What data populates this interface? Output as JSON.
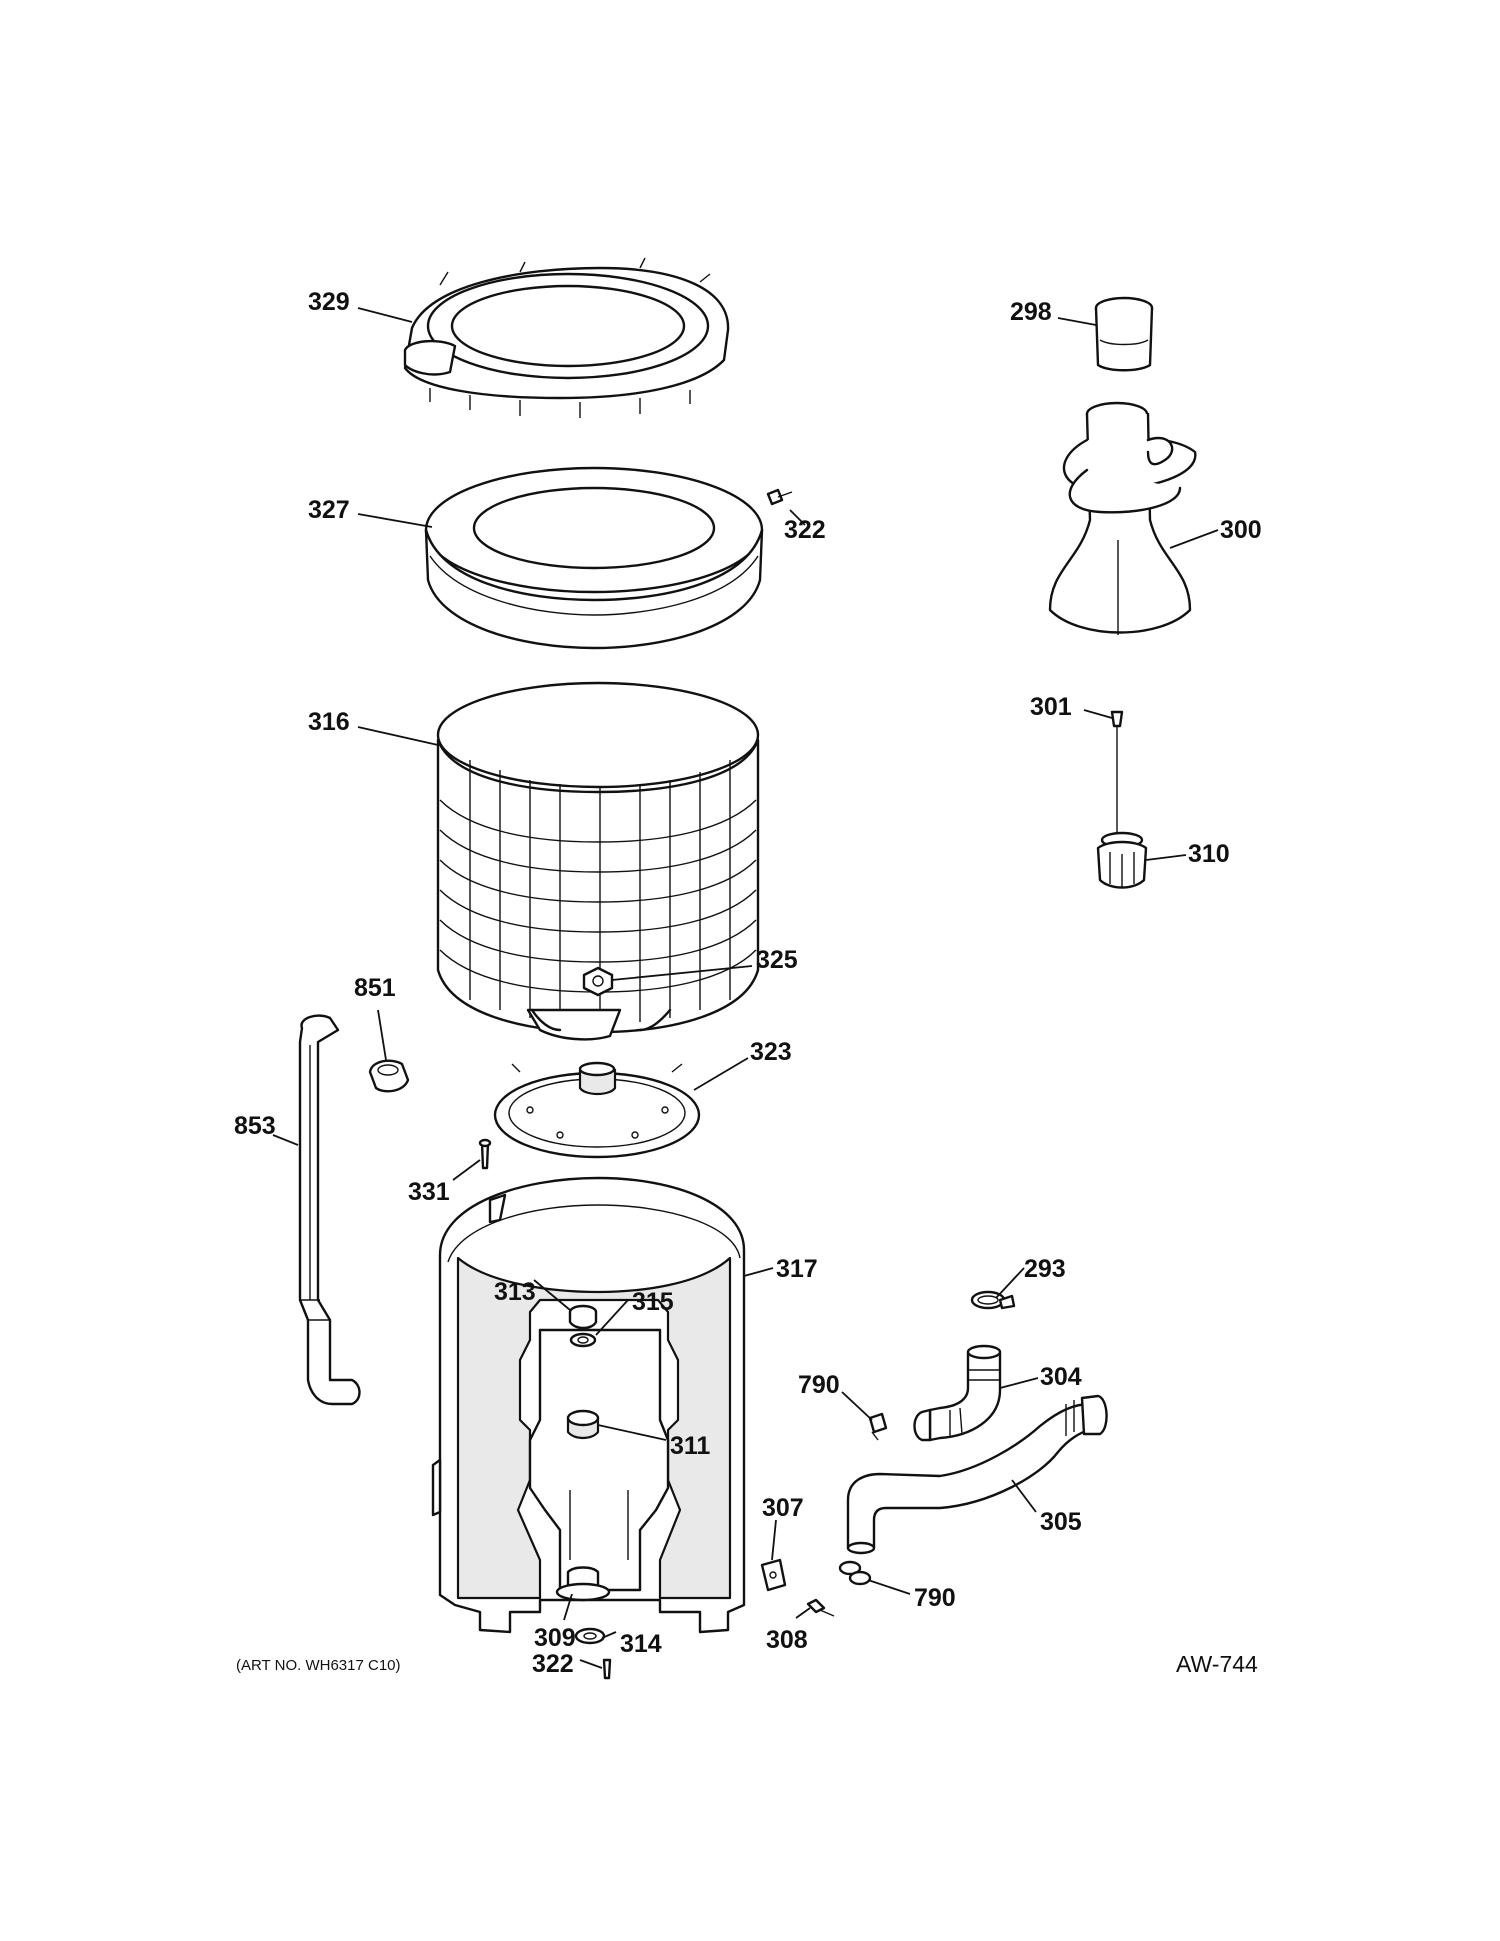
{
  "diagram": {
    "callouts": [
      "329",
      "298",
      "327",
      "322",
      "300",
      "316",
      "301",
      "310",
      "851",
      "325",
      "323",
      "853",
      "331",
      "317",
      "293",
      "313",
      "315",
      "304",
      "790",
      "311",
      "307",
      "305",
      "790",
      "309",
      "314",
      "308",
      "322"
    ],
    "art_number": "(ART NO. WH6317 C10)",
    "figure_code": "AW-744"
  }
}
